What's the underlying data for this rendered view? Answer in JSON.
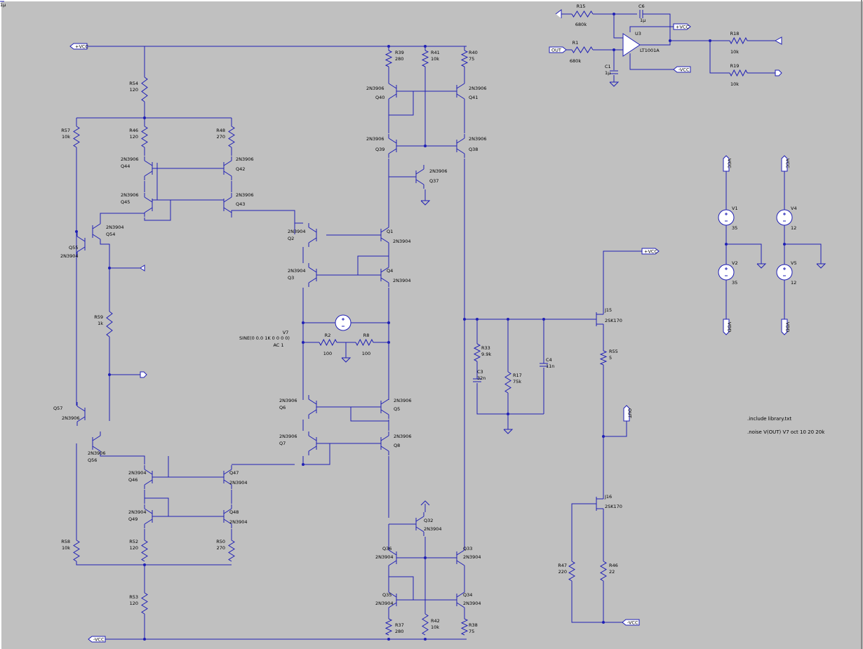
{
  "nets": {
    "pos_rail": "+VCC",
    "neg_rail": "-VCC",
    "output": "OUT",
    "vcc_a": "VCC",
    "vcc_b": "VCC",
    "vdd_a": "VDD",
    "vdd_b": "VDD"
  },
  "resistors": [
    {
      "ref": "R54",
      "val": "120"
    },
    {
      "ref": "R57",
      "val": "10k"
    },
    {
      "ref": "R46",
      "val": "120"
    },
    {
      "ref": "R48",
      "val": "270"
    },
    {
      "ref": "R59",
      "val": "1k"
    },
    {
      "ref": "R58",
      "val": "10k"
    },
    {
      "ref": "R52",
      "val": "120"
    },
    {
      "ref": "R50",
      "val": "270"
    },
    {
      "ref": "R53",
      "val": "120"
    },
    {
      "ref": "R39",
      "val": "280"
    },
    {
      "ref": "R41",
      "val": "10k"
    },
    {
      "ref": "R40",
      "val": "75"
    },
    {
      "ref": "R2",
      "val": "100"
    },
    {
      "ref": "R8",
      "val": "100"
    },
    {
      "ref": "R37",
      "val": "280"
    },
    {
      "ref": "R42",
      "val": "10k"
    },
    {
      "ref": "R38",
      "val": "75"
    },
    {
      "ref": "R33",
      "val": "9.9k"
    },
    {
      "ref": "R17",
      "val": "75k"
    },
    {
      "ref": "R55",
      "val": "5"
    },
    {
      "ref": "R47",
      "val": "220"
    },
    {
      "ref": "R46",
      "val": "22"
    },
    {
      "ref": "R15",
      "val": "680k"
    },
    {
      "ref": "R1",
      "val": "680k"
    },
    {
      "ref": "R18",
      "val": "10k"
    },
    {
      "ref": "R19",
      "val": "10k"
    }
  ],
  "transistors": [
    {
      "ref": "Q44",
      "model": "2N3906"
    },
    {
      "ref": "Q42",
      "model": "2N3906"
    },
    {
      "ref": "Q45",
      "model": "2N3906"
    },
    {
      "ref": "Q43",
      "model": "2N3906"
    },
    {
      "ref": "Q54",
      "model": "2N3904"
    },
    {
      "ref": "Q55",
      "model": "2N3904"
    },
    {
      "ref": "Q57",
      "model": "2N3906"
    },
    {
      "ref": "Q56",
      "model": "2N3906"
    },
    {
      "ref": "Q46",
      "model": "2N3904"
    },
    {
      "ref": "Q47",
      "model": "2N3904"
    },
    {
      "ref": "Q49",
      "model": "2N3904"
    },
    {
      "ref": "Q48",
      "model": "2N3904"
    },
    {
      "ref": "Q2",
      "model": "2N3904"
    },
    {
      "ref": "Q1",
      "model": "2N3904"
    },
    {
      "ref": "Q3",
      "model": "2N3904"
    },
    {
      "ref": "Q4",
      "model": "2N3904"
    },
    {
      "ref": "Q6",
      "model": "2N3906"
    },
    {
      "ref": "Q5",
      "model": "2N3906"
    },
    {
      "ref": "Q7",
      "model": "2N3906"
    },
    {
      "ref": "Q8",
      "model": "2N3906"
    },
    {
      "ref": "Q40",
      "model": "2N3906"
    },
    {
      "ref": "Q41",
      "model": "2N3906"
    },
    {
      "ref": "Q39",
      "model": "2N3906"
    },
    {
      "ref": "Q38",
      "model": "2N3906"
    },
    {
      "ref": "Q37",
      "model": "2N3906"
    },
    {
      "ref": "Q32",
      "model": "2N3904"
    },
    {
      "ref": "Q36",
      "model": "2N3904"
    },
    {
      "ref": "Q33",
      "model": "2N3904"
    },
    {
      "ref": "Q35",
      "model": "2N3904"
    },
    {
      "ref": "Q34",
      "model": "2N3904"
    }
  ],
  "jfets": [
    {
      "ref": "J15",
      "model": "2SK170"
    },
    {
      "ref": "J16",
      "model": "2SK170"
    }
  ],
  "capacitors": [
    {
      "ref": "C3",
      "val": "32n"
    },
    {
      "ref": "C4",
      "val": "11n"
    },
    {
      "ref": "C6",
      "val": "1µ"
    },
    {
      "ref": "C1",
      "val": "1µ"
    }
  ],
  "opamp": {
    "ref": "U3",
    "model": "LT1001A"
  },
  "source_v7": {
    "ref": "V7",
    "spec": "SINE(0 0.0 1K 0 0 0 0)",
    "ac": "AC 1"
  },
  "supplies": [
    {
      "ref": "V1",
      "val": "35"
    },
    {
      "ref": "V2",
      "val": "35"
    },
    {
      "ref": "V4",
      "val": "12"
    },
    {
      "ref": "V5",
      "val": "12"
    }
  ],
  "directives": {
    "include": ".include library.txt",
    "noise": ".noise V(OUT) V7 oct 10 20 20k"
  }
}
